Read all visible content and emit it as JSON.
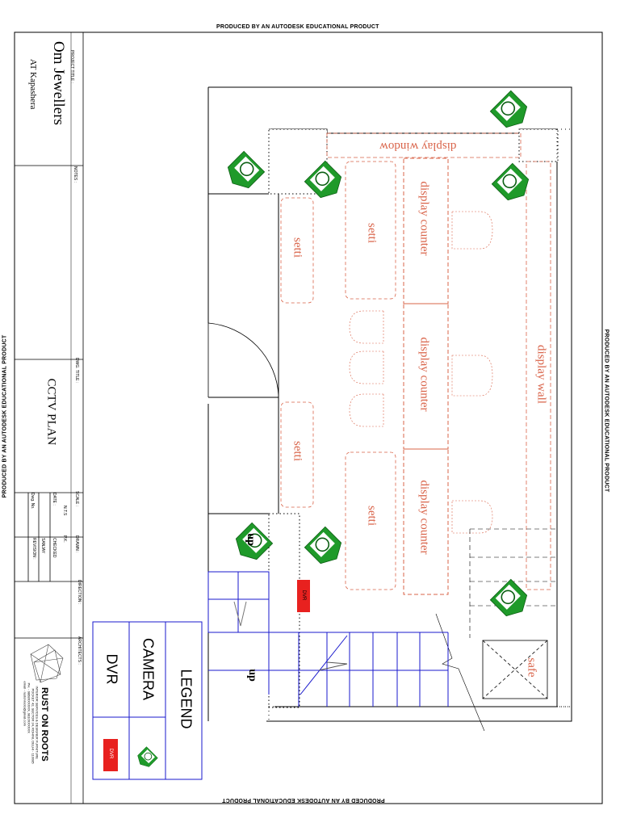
{
  "watermark": "PRODUCED BY AN AUTODESK EDUCATIONAL PRODUCT",
  "title_block": {
    "project_title_label": "PROJECT TITLE :",
    "project_name": "Om Jewellers",
    "project_location": "AT Kapashera",
    "notes_label": "NOTES :",
    "drawing_title_label": "DWG. TITLE :",
    "drawing_title": "CCTV PLAN",
    "scale_label": "SCALE :",
    "scale_value": "N.T.S",
    "date_label": "DATE :",
    "drawing_no_label": "Dwg. No.",
    "drawn_label": "DRAWN :",
    "drawn_value": "P.K.",
    "checked_label": "CHECKED",
    "checked_value": "SANJAY",
    "revision_label": "REVISION :",
    "direction_label": "DIRECTION :",
    "architects_label": "ARCHITECTS :",
    "firm_name": "RUST ON ROOTS",
    "firm_line1": "INTERIOR SERVICES & DESIGNER FURNITURE",
    "firm_line2": "POCKET 42, SECTOR 34, ROHINI, DELHI - 110085",
    "firm_line3": "PH. - 9868XXXXXX, 9810XXXXXX",
    "firm_line4": "email - rustonroots@gmail.com"
  },
  "legend": {
    "title": "LEGEND",
    "camera_label": "CAMERA",
    "dvr_label": "DVR",
    "dvr_symbol_text": "DVR"
  },
  "plan_labels": {
    "display_window": "display window",
    "display_counter_1": "display counter",
    "display_counter_2": "display counter",
    "display_counter_3": "display counter",
    "setti_1": "setti",
    "setti_2": "setti",
    "setti_3": "setti",
    "setti_4": "setti",
    "display_wall": "display wall",
    "safe": "safe",
    "up_1": "up",
    "up_2": "up",
    "dvr_tag": "DVR"
  },
  "colors": {
    "label_red": "#d9644a",
    "camera_green": "#1f9a2a",
    "stair_blue": "#1a1acc",
    "dvr_red": "#e8211f"
  },
  "symbols": [
    "camera-icon",
    "dvr-icon",
    "safe-icon",
    "door-swing-icon",
    "chair-icon"
  ]
}
